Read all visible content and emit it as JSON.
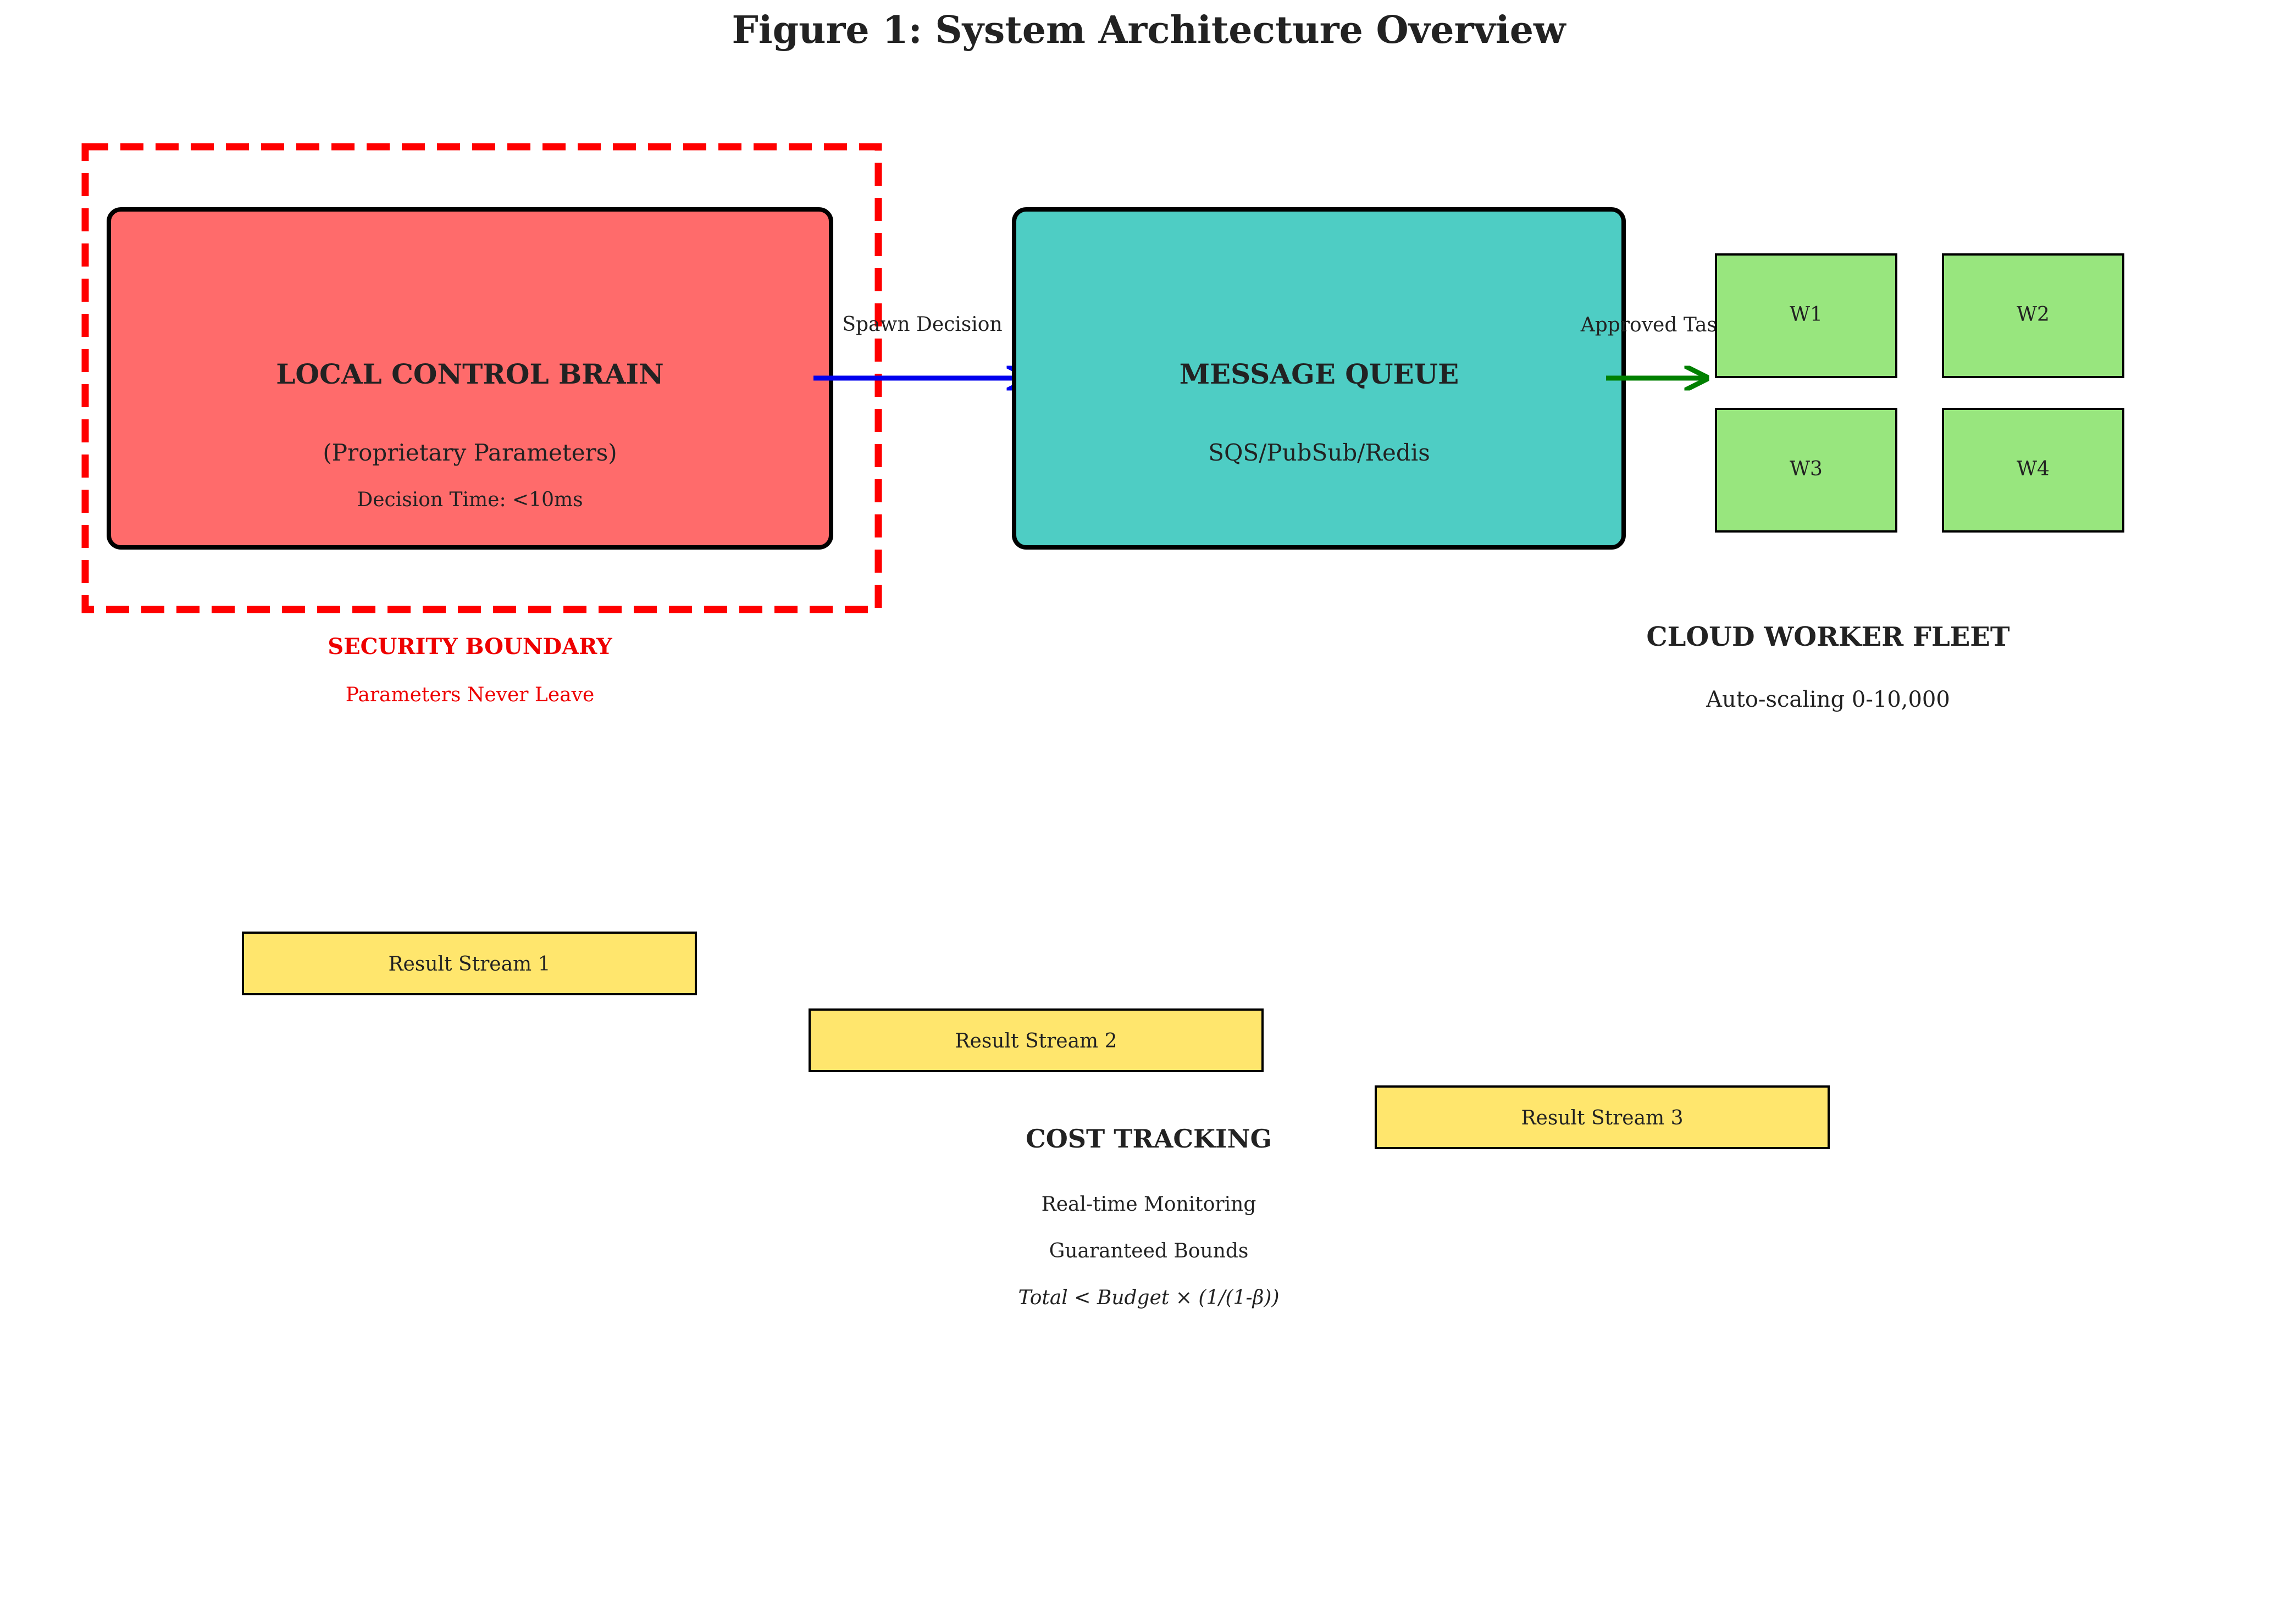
{
  "title": "Figure 1: System Architecture Overview",
  "colors": {
    "brain_fill": "#FF6B6B",
    "queue_fill": "#4ECDC4",
    "worker_fill": "#98E67E",
    "result_fill": "#FFE66D",
    "security": "#FF0000",
    "spawn_arrow": "#0000EE",
    "approved_arrow": "#008000",
    "text": "#222222"
  },
  "brain": {
    "title": "LOCAL CONTROL BRAIN",
    "subtitle": "(Proprietary Parameters)",
    "detail": "Decision Time: <10ms"
  },
  "security": {
    "label": "SECURITY BOUNDARY",
    "note": "Parameters Never Leave"
  },
  "queue": {
    "title": "MESSAGE QUEUE",
    "subtitle": "SQS/PubSub/Redis"
  },
  "arrows": {
    "spawn": "Spawn Decision",
    "approved": "Approved Tasks"
  },
  "workers": [
    "W1",
    "W2",
    "W3",
    "W4"
  ],
  "fleet": {
    "title": "CLOUD WORKER FLEET",
    "subtitle": "Auto-scaling 0-10,000"
  },
  "results": [
    "Result Stream 1",
    "Result Stream 2",
    "Result Stream 3"
  ],
  "cost": {
    "title": "COST TRACKING",
    "line1": "Real-time Monitoring",
    "line2": "Guaranteed Bounds",
    "formula": "Total < Budget × (1/(1-β))"
  }
}
